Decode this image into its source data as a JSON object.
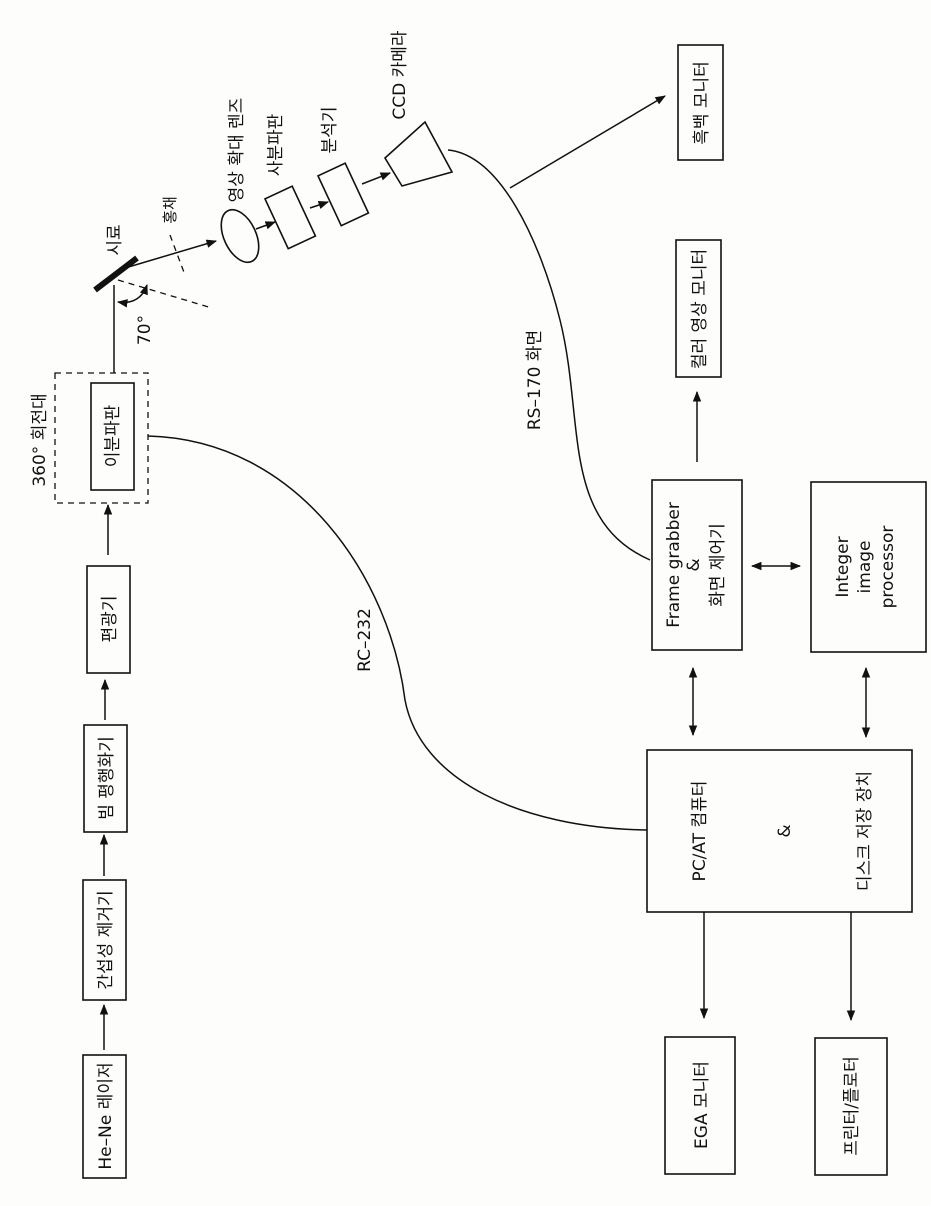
{
  "diagram": {
    "orientation": "rotated 90° counter-clockwise (scanned page)",
    "optical_path": {
      "laser": "He–Ne 레이저",
      "coherence_remover": "간섭성 제거기",
      "beam_collimator": "빔 평행화기",
      "polarizer": "편광기",
      "rotation_stage_label": "360° 회전대",
      "half_wave_plate": "이분파판",
      "sample": "시료",
      "incidence_angle": "70°",
      "iris": "홍채",
      "magnifying_lens": "영상 확대 렌즈",
      "quarter_wave_plate": "사분파판",
      "analyzer": "분석기",
      "ccd_camera": "CCD 카메라"
    },
    "links": {
      "rc232": "RC–232",
      "rs170": "RS–170 화면"
    },
    "processing": {
      "frame_grabber_line1": "Frame grabber",
      "frame_grabber_amp": "&",
      "frame_grabber_line2": "화면 제어기",
      "integer_processor_line1": "Integer",
      "integer_processor_line2": "image",
      "integer_processor_line3": "processor",
      "pc_line1": "PC/AT 컴퓨터",
      "pc_amp": "&",
      "pc_line2": "디스크 저장 장치"
    },
    "outputs": {
      "bw_monitor": "흑백 모니터",
      "color_monitor": "컬러 영상 모니터",
      "ega_monitor": "EGA 모니터",
      "printer_plotter": "프린터/플로터"
    }
  }
}
